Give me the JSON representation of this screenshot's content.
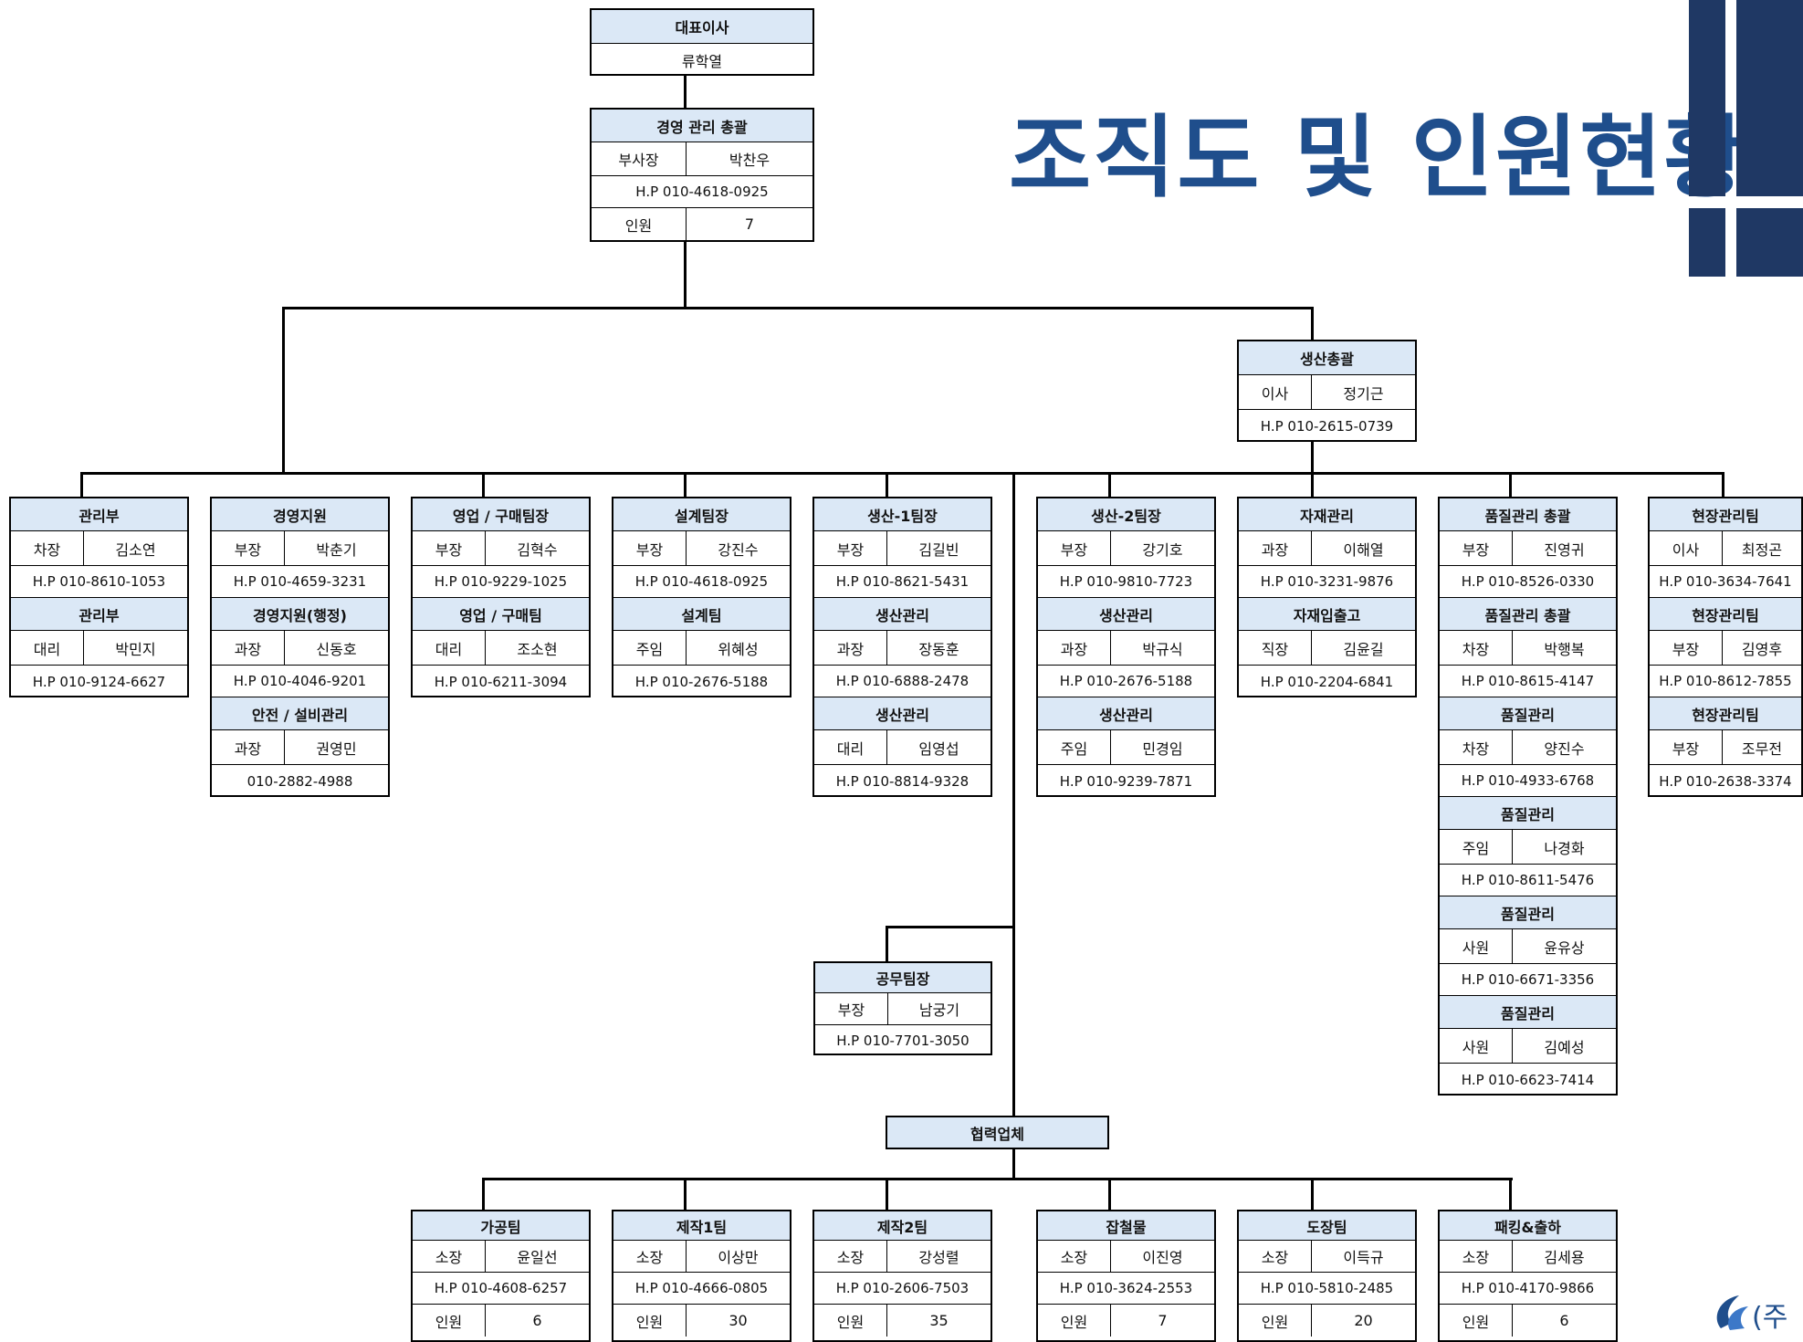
{
  "page_title": "조직도 및 인원현황",
  "colors": {
    "title": "#1f4e8c",
    "accent_dark": "#1f3864",
    "header_fill": "#dbe8f6"
  },
  "ceo": {
    "title": "대표이사",
    "name": "류학열"
  },
  "gm": {
    "title": "경영 관리 총괄",
    "rank": "부사장",
    "name": "박찬우",
    "phone": "H.P 010-4618-0925",
    "count_label": "인원",
    "count": "7"
  },
  "prod_head": {
    "title": "생산총괄",
    "rank": "이사",
    "name": "정기근",
    "phone": "H.P 010-2615-0739"
  },
  "departments": [
    {
      "sections": [
        {
          "title": "관리부",
          "rank": "차장",
          "name": "김소연",
          "phone": "H.P 010-8610-1053"
        },
        {
          "title": "관리부",
          "rank": "대리",
          "name": "박민지",
          "phone": "H.P 010-9124-6627"
        }
      ]
    },
    {
      "sections": [
        {
          "title": "경영지원",
          "rank": "부장",
          "name": "박춘기",
          "phone": "H.P 010-4659-3231"
        },
        {
          "title": "경영지원(행정)",
          "rank": "과장",
          "name": "신동호",
          "phone": "H.P 010-4046-9201"
        },
        {
          "title": "안전 / 설비관리",
          "rank": "과장",
          "name": "권영민",
          "phone": "010-2882-4988"
        }
      ]
    },
    {
      "sections": [
        {
          "title": "영업 / 구매팀장",
          "rank": "부장",
          "name": "김혁수",
          "phone": "H.P 010-9229-1025"
        },
        {
          "title": "영업 / 구매팀",
          "rank": "대리",
          "name": "조소현",
          "phone": "H.P 010-6211-3094"
        }
      ]
    },
    {
      "sections": [
        {
          "title": "설계팀장",
          "rank": "부장",
          "name": "강진수",
          "phone": "H.P 010-4618-0925"
        },
        {
          "title": "설계팀",
          "rank": "주임",
          "name": "위혜성",
          "phone": "H.P 010-2676-5188"
        }
      ]
    },
    {
      "sections": [
        {
          "title": "생산-1팀장",
          "rank": "부장",
          "name": "김길빈",
          "phone": "H.P 010-8621-5431"
        },
        {
          "title": "생산관리",
          "rank": "과장",
          "name": "장동훈",
          "phone": "H.P 010-6888-2478"
        },
        {
          "title": "생산관리",
          "rank": "대리",
          "name": "임영섭",
          "phone": "H.P 010-8814-9328"
        }
      ]
    },
    {
      "sections": [
        {
          "title": "생산-2팀장",
          "rank": "부장",
          "name": "강기호",
          "phone": "H.P 010-9810-7723"
        },
        {
          "title": "생산관리",
          "rank": "과장",
          "name": "박규식",
          "phone": "H.P 010-2676-5188"
        },
        {
          "title": "생산관리",
          "rank": "주임",
          "name": "민경임",
          "phone": "H.P 010-9239-7871"
        }
      ]
    },
    {
      "sections": [
        {
          "title": "자재관리",
          "rank": "과장",
          "name": "이해열",
          "phone": "H.P 010-3231-9876"
        },
        {
          "title": "자재입출고",
          "rank": "직장",
          "name": "김윤길",
          "phone": "H.P 010-2204-6841"
        }
      ]
    },
    {
      "sections": [
        {
          "title": "품질관리 총괄",
          "rank": "부장",
          "name": "진영귀",
          "phone": "H.P 010-8526-0330"
        },
        {
          "title": "품질관리 총괄",
          "rank": "차장",
          "name": "박행복",
          "phone": "H.P 010-8615-4147"
        },
        {
          "title": "품질관리",
          "rank": "차장",
          "name": "양진수",
          "phone": "H.P 010-4933-6768"
        },
        {
          "title": "품질관리",
          "rank": "주임",
          "name": "나경화",
          "phone": "H.P 010-8611-5476"
        },
        {
          "title": "품질관리",
          "rank": "사원",
          "name": "윤유상",
          "phone": "H.P 010-6671-3356"
        },
        {
          "title": "품질관리",
          "rank": "사원",
          "name": "김예성",
          "phone": "H.P 010-6623-7414"
        }
      ]
    },
    {
      "sections": [
        {
          "title": "현장관리팀",
          "rank": "이사",
          "name": "최정곤",
          "phone": "H.P 010-3634-7641"
        },
        {
          "title": "현장관리팀",
          "rank": "부장",
          "name": "김영후",
          "phone": "H.P 010-8612-7855"
        },
        {
          "title": "현장관리팀",
          "rank": "부장",
          "name": "조무전",
          "phone": "H.P 010-2638-3374"
        }
      ]
    }
  ],
  "gongmu": {
    "title": "공무팀장",
    "rank": "부장",
    "name": "남궁기",
    "phone": "H.P 010-7701-3050"
  },
  "partners": {
    "title": "협력업체",
    "teams": [
      {
        "title": "가공팀",
        "rank": "소장",
        "name": "윤일선",
        "phone": "H.P 010-4608-6257",
        "count_label": "인원",
        "count": "6"
      },
      {
        "title": "제작1팀",
        "rank": "소장",
        "name": "이상만",
        "phone": "H.P 010-4666-0805",
        "count_label": "인원",
        "count": "30"
      },
      {
        "title": "제작2팀",
        "rank": "소장",
        "name": "강성렬",
        "phone": "H.P 010-2606-7503",
        "count_label": "인원",
        "count": "35"
      },
      {
        "title": "잡철물",
        "rank": "소장",
        "name": "이진영",
        "phone": "H.P 010-3624-2553",
        "count_label": "인원",
        "count": "7"
      },
      {
        "title": "도장팀",
        "rank": "소장",
        "name": "이득규",
        "phone": "H.P 010-5810-2485",
        "count_label": "인원",
        "count": "20"
      },
      {
        "title": "패킹&출하",
        "rank": "소장",
        "name": "김세용",
        "phone": "H.P 010-4170-9866",
        "count_label": "인원",
        "count": "6"
      }
    ]
  },
  "logo_text": "(주"
}
